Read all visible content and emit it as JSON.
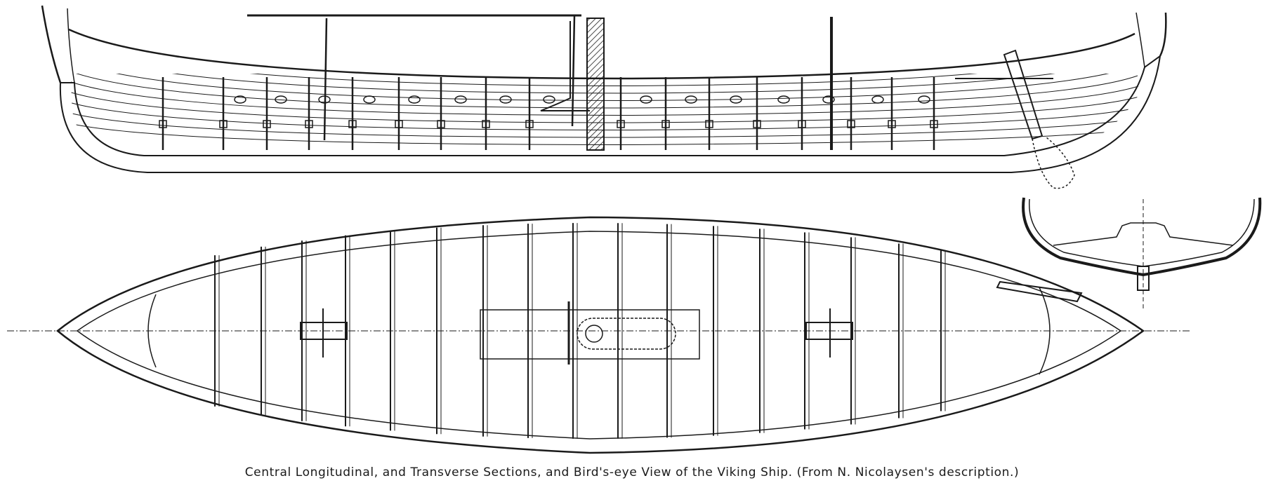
{
  "figure": {
    "caption": "Central Longitudinal, and Transverse Sections, and Bird's-eye View of the Viking Ship.  (From N. Nicolaysen's description.)",
    "views": [
      {
        "id": "longitudinal-section",
        "depicts": "side profile of the hull with strakes, frames, oar ports, mast and rudder"
      },
      {
        "id": "transverse-section",
        "depicts": "cross-section of the hull at midship"
      },
      {
        "id": "birds-eye-view",
        "depicts": "plan of the hull showing frames, mast step and rudder"
      }
    ],
    "colors": {
      "ink": "#1a1a1a",
      "paper": "#ffffff"
    }
  }
}
